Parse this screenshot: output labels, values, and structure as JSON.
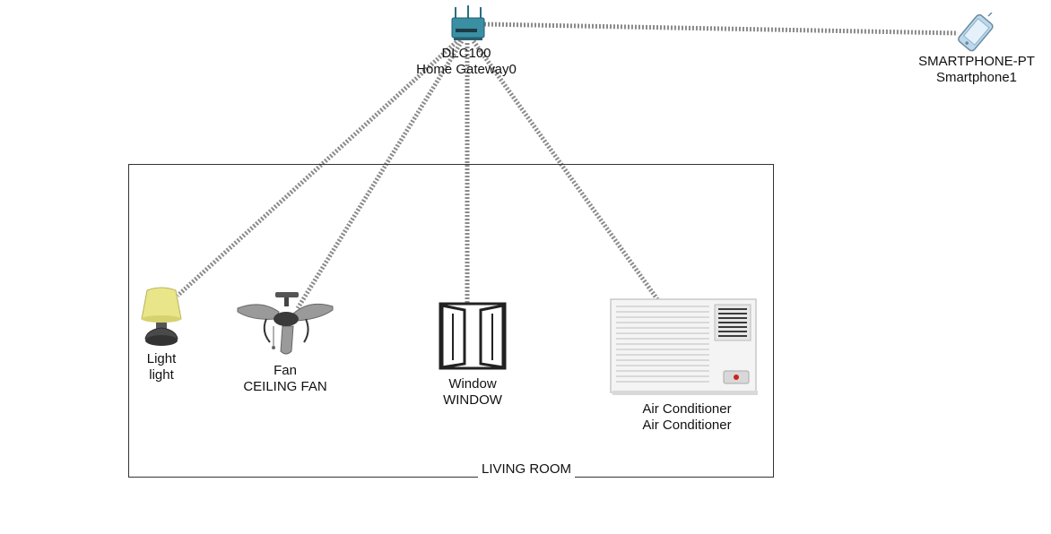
{
  "devices": {
    "gateway": {
      "model": "DLC100",
      "name": "Home Gateway0",
      "icon": "home-gateway-icon"
    },
    "smartphone": {
      "model": "SMARTPHONE-PT",
      "name": "Smartphone1",
      "icon": "smartphone-icon"
    },
    "light": {
      "model": "Light",
      "name": "light",
      "icon": "lamp-icon"
    },
    "fan": {
      "model": "Fan",
      "name": "CEILING FAN",
      "icon": "ceiling-fan-icon"
    },
    "window": {
      "model": "Window",
      "name": "WINDOW",
      "icon": "window-icon"
    },
    "ac": {
      "model": "Air Conditioner",
      "name": "Air Conditioner",
      "icon": "air-conditioner-icon"
    }
  },
  "cluster": {
    "label": "LIVING ROOM"
  },
  "colors": {
    "link": "#7a7a7a",
    "gateway": "#3a8fa3",
    "lamp_shade": "#e9e68a",
    "phone": "#bcd9ec"
  }
}
